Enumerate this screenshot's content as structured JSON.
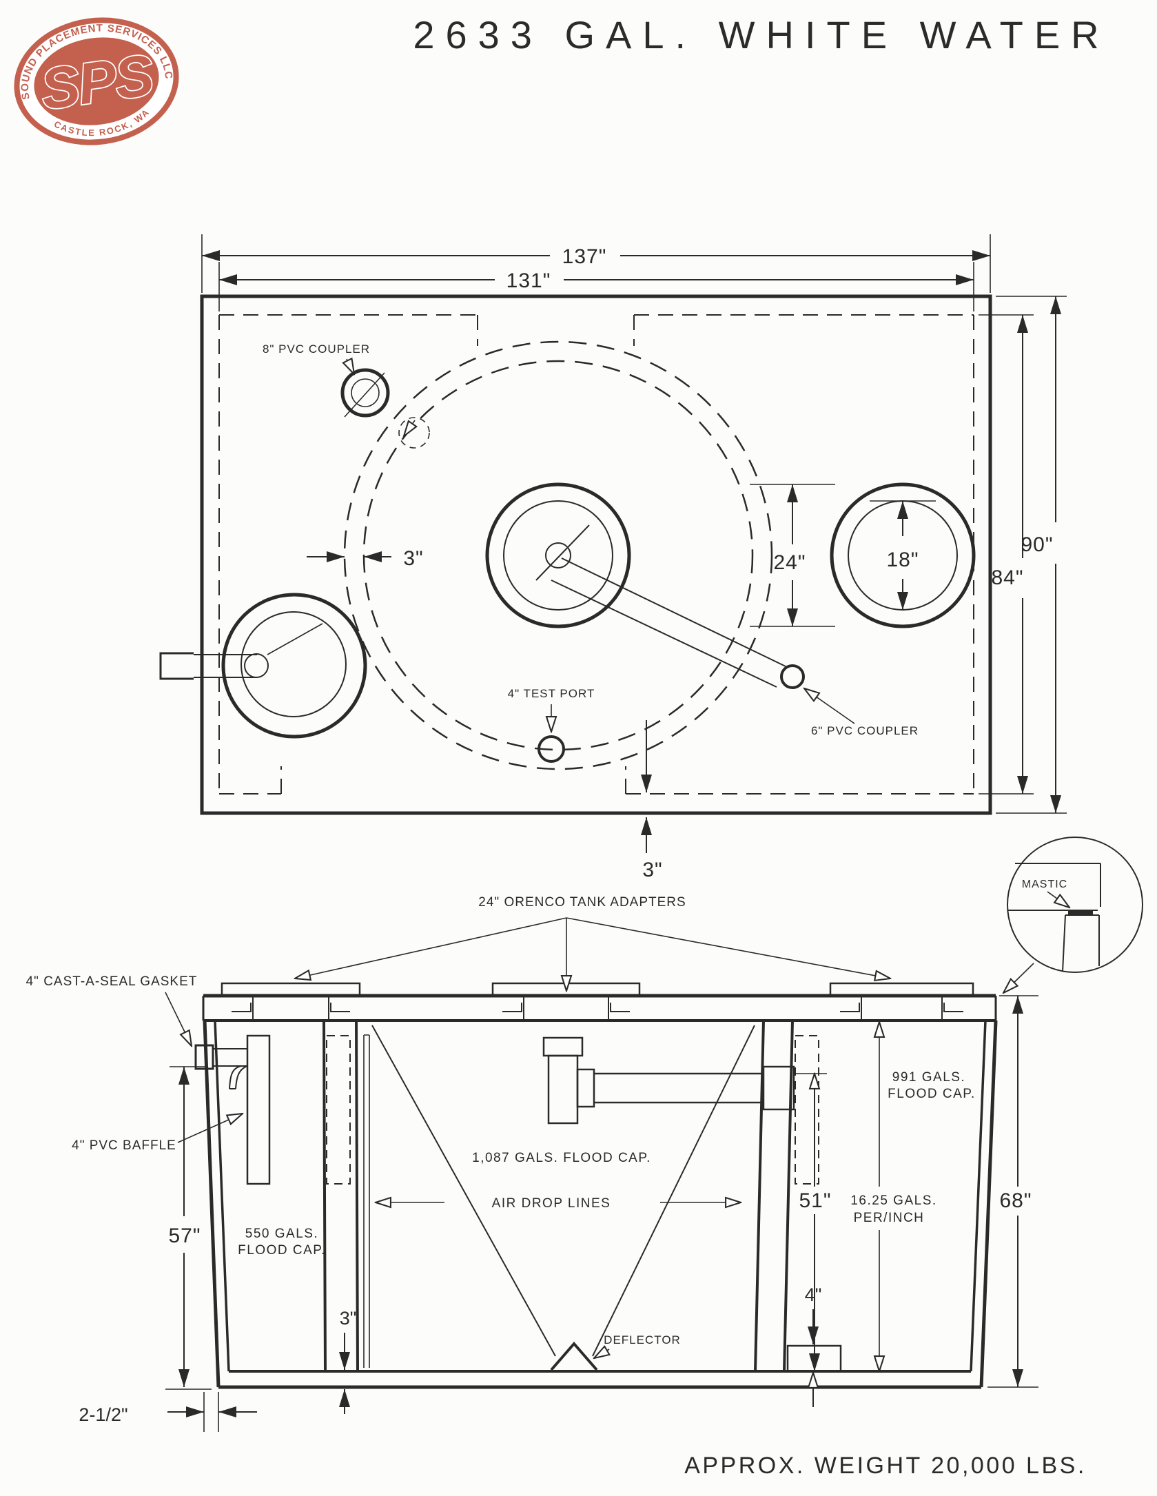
{
  "title": "2633 GAL. WHITE WATER",
  "logo": {
    "arc_top": "SOUND PLACEMENT SERVICES LLC",
    "initials": "SPS",
    "arc_bottom": "CASTLE ROCK, WA",
    "color": "#c4604e"
  },
  "plan": {
    "dim_width_outer": "137\"",
    "dim_width_inner": "131\"",
    "dim_height_outer": "90\"",
    "dim_height_inner": "84\"",
    "dim_riser": "24\"",
    "dim_lid": "18\"",
    "dim_ring_wall": "3\"",
    "dim_bottom_wall": "3\"",
    "coupler8": "8\" PVC COUPLER",
    "testport": "4\" TEST PORT",
    "coupler6": "6\" PVC COUPLER"
  },
  "section": {
    "adapters": "24\" ORENCO TANK ADAPTERS",
    "mastic": "MASTIC",
    "gasket": "4\" CAST-A-SEAL GASKET",
    "baffle": "4\" PVC BAFFLE",
    "dim_inlet_depth": "57\"",
    "comp1_cap_l1": "550 GALS.",
    "comp1_cap_l2": "FLOOD CAP.",
    "comp2_cap": "1,087 GALS. FLOOD CAP.",
    "airdrop": "AIR DROP LINES",
    "dim_pipe_height": "51\"",
    "comp3_cap_l1": "991 GALS.",
    "comp3_cap_l2": "FLOOD CAP.",
    "rate_l1": "16.25 GALS.",
    "rate_l2": "PER/INCH",
    "dim_height": "68\"",
    "dim_sump": "4\"",
    "dim_floor": "3\"",
    "deflector": "DEFLECTOR",
    "dim_wall_bottom": "2-1/2\""
  },
  "footer": {
    "weight": "APPROX. WEIGHT 20,000 LBS."
  }
}
